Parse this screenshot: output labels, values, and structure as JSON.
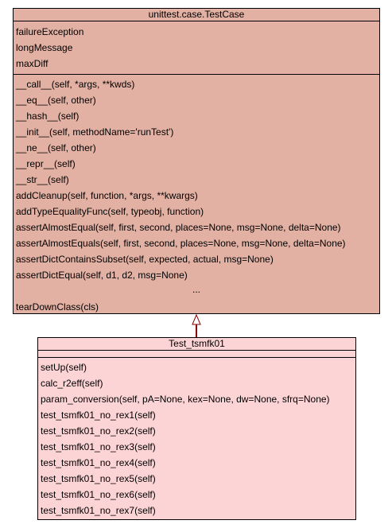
{
  "base_class": {
    "name": "unittest.case.TestCase",
    "fill_color": "#e3b1a3",
    "attributes": [
      "failureException",
      "longMessage",
      "maxDiff"
    ],
    "operations": [
      "__call__(self, *args, **kwds)",
      "__eq__(self, other)",
      "__hash__(self)",
      "__init__(self, methodName='runTest')",
      "__ne__(self, other)",
      "__repr__(self)",
      "__str__(self)",
      "addCleanup(self, function, *args, **kwargs)",
      "addTypeEqualityFunc(self, typeobj, function)",
      "assertAlmostEqual(self, first, second, places=None, msg=None, delta=None)",
      "assertAlmostEquals(self, first, second, places=None, msg=None, delta=None)",
      "assertDictContainsSubset(self, expected, actual, msg=None)",
      "assertDictEqual(self, d1, d2, msg=None)"
    ],
    "ellipsis": "...",
    "trailing_operations": [
      "tearDownClass(cls)"
    ]
  },
  "sub_class": {
    "name": "Test_tsmfk01",
    "fill_color": "#fdd4d6",
    "operations": [
      "setUp(self)",
      "calc_r2eff(self)",
      "param_conversion(self, pA=None, kex=None, dw=None, sfrq=None)",
      "test_tsmfk01_no_rex1(self)",
      "test_tsmfk01_no_rex2(self)",
      "test_tsmfk01_no_rex3(self)",
      "test_tsmfk01_no_rex4(self)",
      "test_tsmfk01_no_rex5(self)",
      "test_tsmfk01_no_rex6(self)",
      "test_tsmfk01_no_rex7(self)"
    ]
  },
  "relation": {
    "type": "inheritance",
    "color": "#8b0000"
  }
}
